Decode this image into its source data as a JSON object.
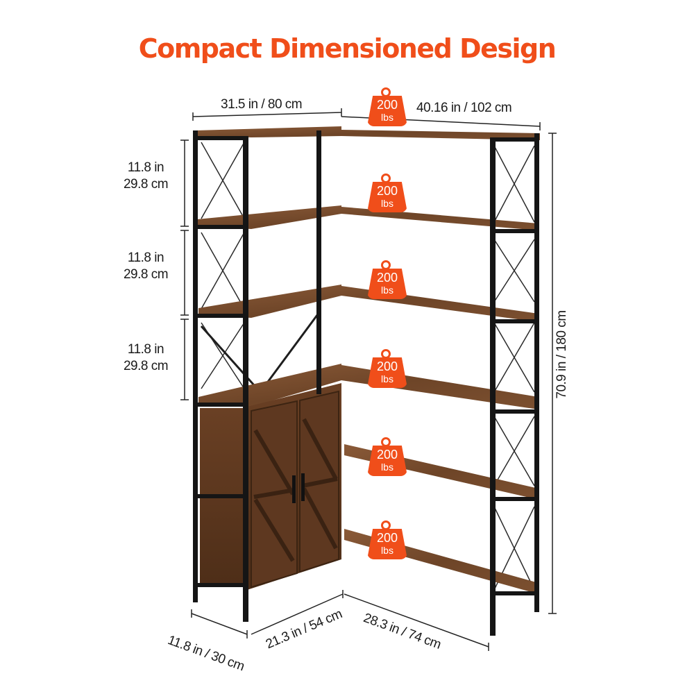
{
  "title": "Compact Dimensioned Design",
  "accent_color": "#f04e1a",
  "dimensions": {
    "top_left": "31.5 in / 80 cm",
    "top_right": "40.16 in / 102 cm",
    "height": "70.9 in / 180 cm",
    "shelf_gap_in": "11.8 in",
    "shelf_gap_cm": "29.8 cm",
    "depth": "11.8 in / 30 cm",
    "bottom_left": "21.3 in / 54 cm",
    "bottom_right": "28.3 in / 74 cm"
  },
  "load_badges": [
    {
      "value": "200",
      "unit": "lbs"
    },
    {
      "value": "200",
      "unit": "lbs"
    },
    {
      "value": "200",
      "unit": "lbs"
    },
    {
      "value": "200",
      "unit": "lbs"
    },
    {
      "value": "200",
      "unit": "lbs"
    },
    {
      "value": "200",
      "unit": "lbs"
    }
  ]
}
